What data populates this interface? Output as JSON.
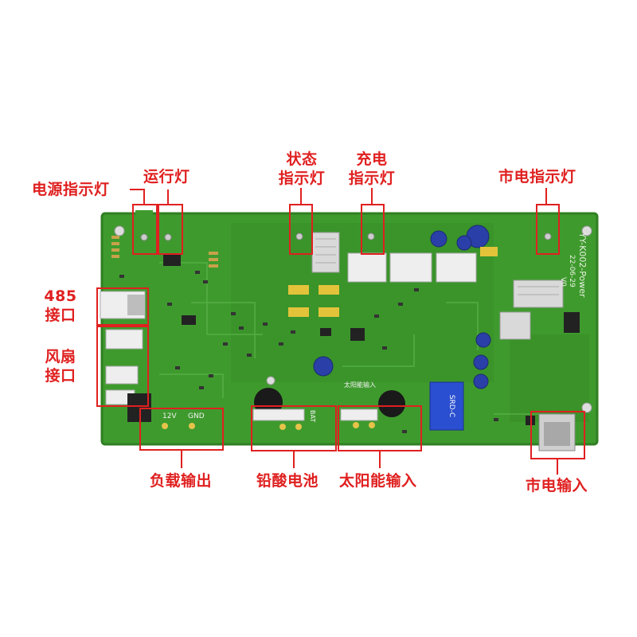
{
  "colors": {
    "accent": "#e02020",
    "board": "#3f9a2e",
    "board_dark": "#2f7f22"
  },
  "labels": {
    "power_indicator": "电源指示灯",
    "run_light": "运行灯",
    "status_indicator_line1": "状态",
    "status_indicator_line2": "指示灯",
    "charge_indicator_line1": "充电",
    "charge_indicator_line2": "指示灯",
    "mains_indicator": "市电指示灯",
    "rs485_line1": "485",
    "rs485_line2": "接口",
    "fan_line1": "风扇",
    "fan_line2": "接口",
    "load_output": "负载输出",
    "lead_acid_battery": "铅酸电池",
    "solar_input": "太阳能输入",
    "mains_input": "市电输入"
  },
  "board_text": {
    "model": "YY-K002-Power",
    "date": "22-06-29",
    "version": "V0",
    "relay": "SRD-C",
    "v12": "12V",
    "gnd": "GND",
    "bat": "BAT",
    "solar_silk": "太阳能输入"
  }
}
